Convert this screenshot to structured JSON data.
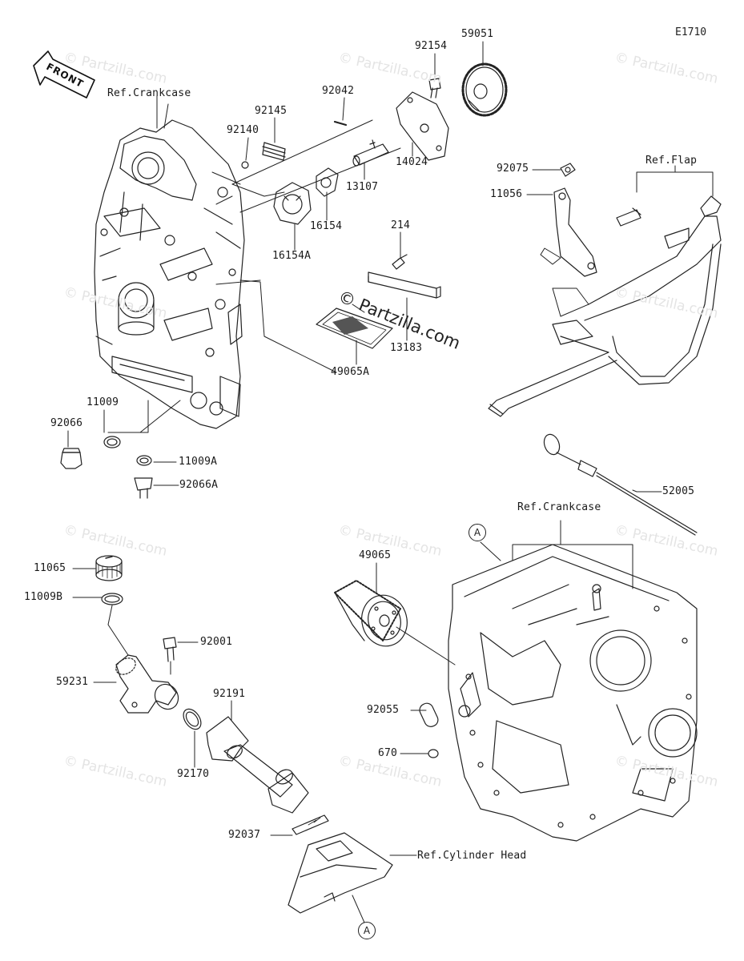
{
  "diagram_code": "E1710",
  "direction_arrow": "FRONT",
  "watermark_small": "© Partzilla.com",
  "watermark_main": "© Partzilla.com",
  "callout_marker": "A",
  "references": {
    "crankcase_top": "Ref.Crankcase",
    "crankcase_bottom": "Ref.Crankcase",
    "flap": "Ref.Flap",
    "cylinder_head": "Ref.Cylinder Head"
  },
  "parts": {
    "p59051": "59051",
    "p92154": "92154",
    "p92042": "92042",
    "p92145": "92145",
    "p92140": "92140",
    "p13107": "13107",
    "p14024": "14024",
    "p16154": "16154",
    "p16154A": "16154A",
    "p214": "214",
    "p13183": "13183",
    "p49065A": "49065A",
    "p92075": "92075",
    "p11056": "11056",
    "p11009": "11009",
    "p92066": "92066",
    "p11009A": "11009A",
    "p92066A": "92066A",
    "p52005": "52005",
    "p49065": "49065",
    "p11065": "11065",
    "p11009B": "11009B",
    "p92001": "92001",
    "p59231": "59231",
    "p92191": "92191",
    "p92170": "92170",
    "p92055": "92055",
    "p670": "670",
    "p92037": "92037"
  }
}
